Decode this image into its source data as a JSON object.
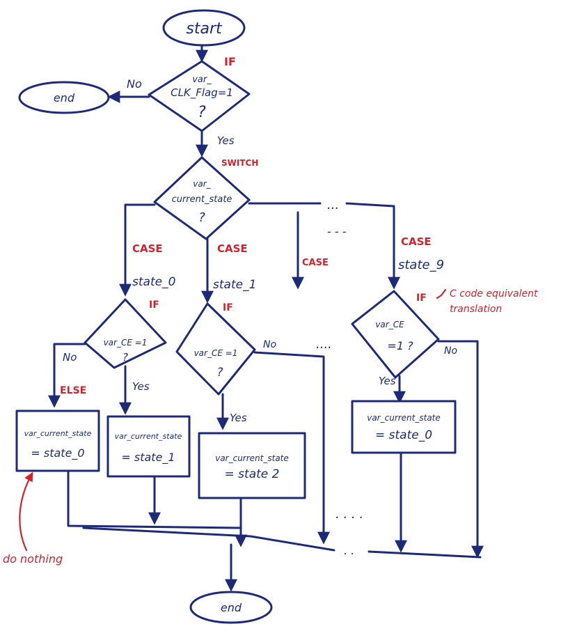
{
  "colors": {
    "ink": "#1d2a78",
    "annotation": "#d8202a",
    "background": "#ffffff"
  },
  "terminals": {
    "start": "start",
    "end_top": "end",
    "end_bottom": "end"
  },
  "decision_clk": {
    "line1": "var_",
    "line2": "CLK_Flag=1",
    "q": "?",
    "kw": "IF",
    "no": "No",
    "yes": "Yes"
  },
  "decision_state": {
    "line1": "var_",
    "line2": "current_state",
    "q": "?",
    "kw": "SWITCH"
  },
  "cases": {
    "c0": {
      "kw": "CASE",
      "label": "state_0"
    },
    "c1": {
      "kw": "CASE",
      "label": "state_1"
    },
    "cn": {
      "kw": "CASE"
    },
    "c9": {
      "kw": "CASE",
      "label": "state_9"
    },
    "dots_top": "...",
    "dots_mid": "- - -"
  },
  "if0": {
    "kw": "IF",
    "line1": "var_CE =1",
    "q": "?",
    "no": "No",
    "yes": "Yes",
    "else": "ELSE"
  },
  "if1": {
    "kw": "IF",
    "line1": "var_CE =1",
    "q": "?",
    "no": "No",
    "dots": "....",
    "yes": "Yes"
  },
  "if9": {
    "kw": "IF",
    "line1": "var_CE",
    "line2": "=1 ?",
    "no": "No",
    "yes": "Yes",
    "note1": "C code equivalent",
    "note2": "translation"
  },
  "boxes": {
    "b0": {
      "line1": "var_current_state",
      "line2": "= state_0"
    },
    "b1": {
      "line1": "var_current_state",
      "line2": "= state_1"
    },
    "b2": {
      "line1": "var_current_state",
      "line2": "= state 2"
    },
    "b9": {
      "line1": "var_current_state",
      "line2": "= state_0"
    }
  },
  "bottom": {
    "dots_mid": ". . . .",
    "dots_bus": ". ."
  },
  "do_nothing": "do nothing"
}
